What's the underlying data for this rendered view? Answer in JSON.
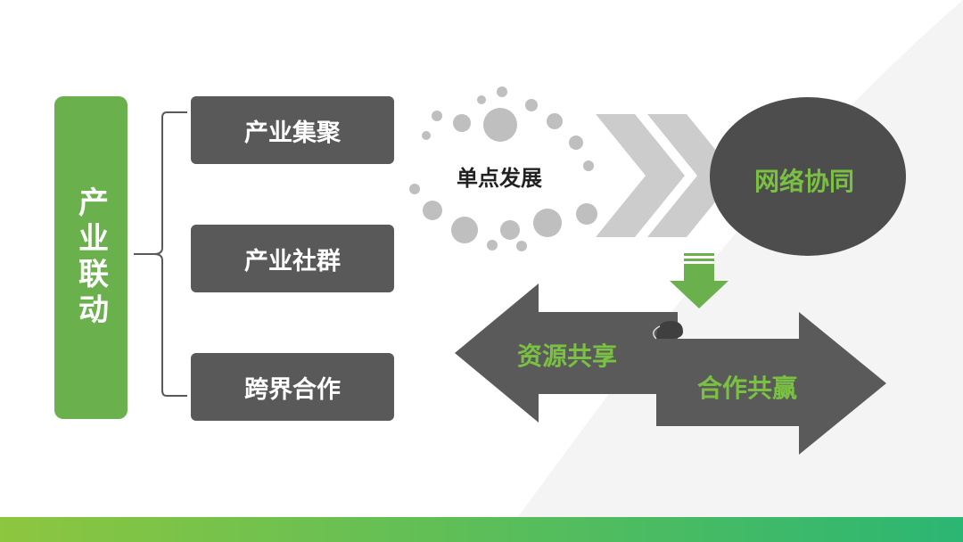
{
  "main_label": "产业联动",
  "branches": [
    "产业集聚",
    "产业社群",
    "跨界合作"
  ],
  "single_point": "单点发展",
  "network": "网络协同",
  "share": "资源共享",
  "win": "合作共赢",
  "colors": {
    "green": "#6ab04c",
    "dark_gray": "#595959",
    "circle_gray": "#4a4a4a",
    "bubble_gray": "#bfbfbf",
    "chevron_gray": "#c8c8c8",
    "bar_start": "#8dc63f",
    "bar_end": "#2bb673"
  }
}
